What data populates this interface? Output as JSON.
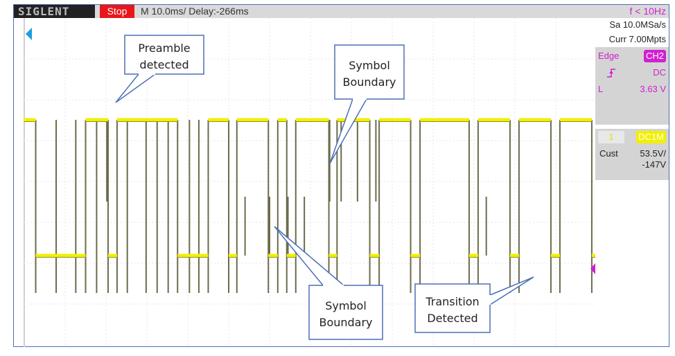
{
  "header": {
    "brand": "SIGLENT",
    "run_state": "Stop",
    "timebase": "M 10.0ms/ Delay:-266ms",
    "frequency": "f < 10Hz"
  },
  "acquisition": {
    "sample_rate": "Sa 10.0MSa/s",
    "memory_depth": "Curr 7.00Mpts"
  },
  "trigger": {
    "type": "Edge",
    "source": "CH2",
    "slope_icon": "rising-edge-icon",
    "coupling": "DC",
    "level_label": "L",
    "level": "3.63 V"
  },
  "channel": {
    "number": "1",
    "coupling": "DC1M",
    "probe": "Cust",
    "scale": "53.5V/",
    "offset": "-147V"
  },
  "colors": {
    "trace": "#f0f000",
    "trace_edge": "#6b6b4a",
    "trigger": "#d020d0",
    "stop": "#e8161b",
    "callout_border": "#4a6fb5",
    "position_marker": "#1aa0e0"
  },
  "waveform": {
    "description": "Manchester-encoded digital signal; edges in horizontal divisions (0-14), levels high/low",
    "transitions": [
      {
        "t": 0.28,
        "to": "low"
      },
      {
        "t": 1.5,
        "to": "high"
      },
      {
        "t": 2.05,
        "to": "low"
      },
      {
        "t": 2.27,
        "to": "high"
      },
      {
        "t": 3.75,
        "to": "low"
      },
      {
        "t": 4.5,
        "to": "high"
      },
      {
        "t": 5.0,
        "to": "low"
      },
      {
        "t": 5.2,
        "to": "high"
      },
      {
        "t": 5.97,
        "to": "low"
      },
      {
        "t": 6.2,
        "to": "high"
      },
      {
        "t": 6.42,
        "to": "low"
      },
      {
        "t": 6.64,
        "to": "high"
      },
      {
        "t": 7.45,
        "to": "low"
      },
      {
        "t": 7.65,
        "to": "high"
      },
      {
        "t": 8.45,
        "to": "low"
      },
      {
        "t": 8.68,
        "to": "high"
      },
      {
        "t": 9.45,
        "to": "low"
      },
      {
        "t": 9.68,
        "to": "high"
      },
      {
        "t": 10.88,
        "to": "low"
      },
      {
        "t": 11.1,
        "to": "high"
      },
      {
        "t": 11.88,
        "to": "low"
      },
      {
        "t": 12.1,
        "to": "high"
      },
      {
        "t": 12.88,
        "to": "low"
      },
      {
        "t": 13.1,
        "to": "high"
      },
      {
        "t": 13.88,
        "to": "low"
      }
    ],
    "glitches_down": [
      2.02,
      7.47,
      7.75,
      8.15,
      8.6
    ],
    "glitches_up": [
      5.4,
      6.0,
      6.45,
      6.85,
      11.3
    ],
    "extra_edges": [
      0.78,
      1.26,
      1.77,
      2.52,
      2.98,
      3.25,
      3.52,
      4.04,
      4.27
    ]
  },
  "callouts": [
    {
      "id": "preamble",
      "lines": [
        "Preamble",
        "detected"
      ]
    },
    {
      "id": "boundary-top",
      "lines": [
        "Symbol",
        "Boundary"
      ]
    },
    {
      "id": "boundary-bottom",
      "lines": [
        "Symbol",
        "Boundary"
      ]
    },
    {
      "id": "transition",
      "lines": [
        "Transition",
        "Detected"
      ]
    }
  ]
}
